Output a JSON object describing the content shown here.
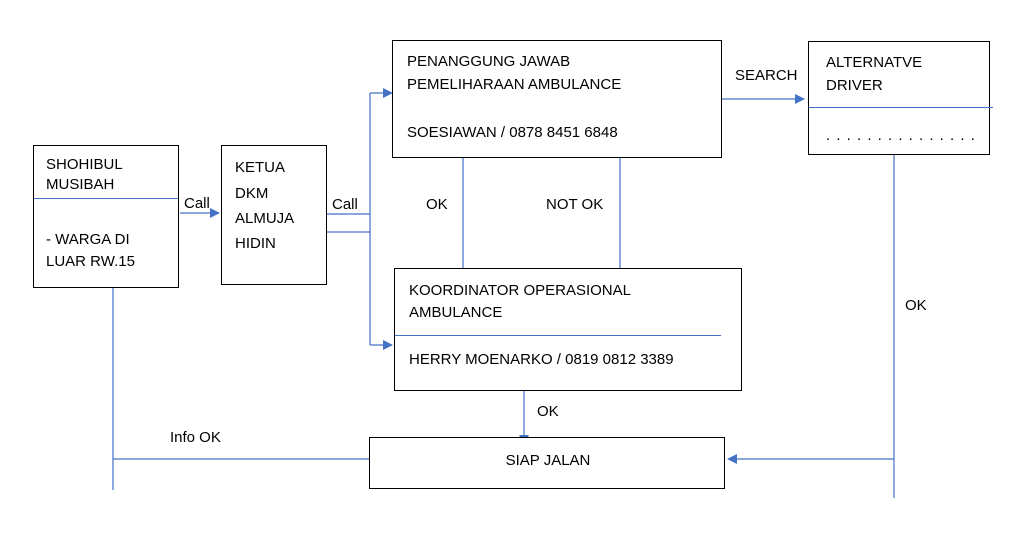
{
  "boxes": {
    "shohibul": {
      "title_line1": "SHOHIBUL",
      "title_line2": "MUSIBAH",
      "body_line1": "-  WARGA DI",
      "body_line2": "LUAR RW.15"
    },
    "ketua": {
      "line1": "KETUA",
      "line2": "DKM",
      "line3": "ALMUJA",
      "line4": "HIDIN"
    },
    "penanggung": {
      "title_line1": "PENANGGUNG JAWAB",
      "title_line2": "PEMELIHARAAN AMBULANCE",
      "contact": "SOESIAWAN / 0878 8451 6848"
    },
    "alternative": {
      "title_line1": "ALTERNATVE",
      "title_line2": "DRIVER",
      "placeholder": ". . . . . . . . . . .   . . . ."
    },
    "koordinator": {
      "title_line1": "KOORDINATOR OPERASIONAL",
      "title_line2": "AMBULANCE",
      "contact": "HERRY MOENARKO / 0819 0812 3389"
    },
    "siap": {
      "label": "SIAP JALAN"
    }
  },
  "edges": {
    "call_1": "Call",
    "call_2": "Call",
    "search": "SEARCH",
    "ok_down": "OK",
    "not_ok": "NOT OK",
    "ok_right": "OK",
    "ok_bottom": "OK",
    "info_ok": "Info OK"
  },
  "colors": {
    "line": "#4472c4",
    "border": "#000000"
  }
}
